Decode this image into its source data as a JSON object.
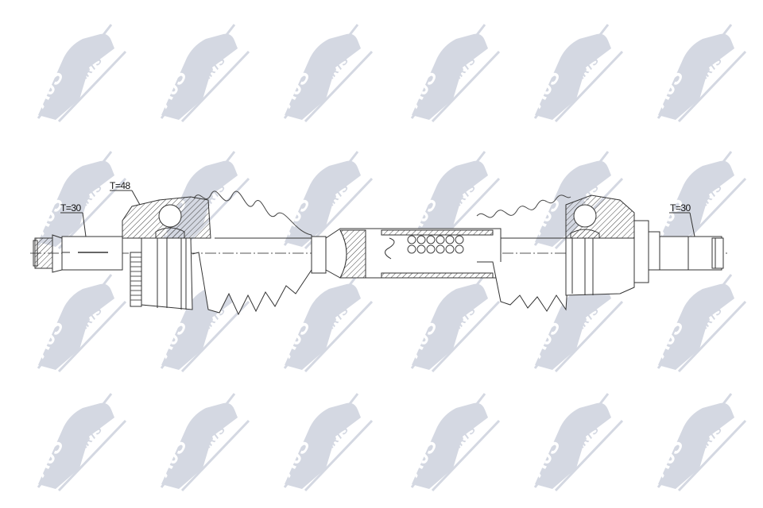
{
  "watermark": {
    "brand": "AJS",
    "suffix": "PARTS",
    "color": "#d4d8e2",
    "grid_x": [
      40,
      195,
      350,
      510,
      665,
      820
    ],
    "grid_y": [
      25,
      185,
      340,
      490
    ]
  },
  "drawing": {
    "subject": "drive-shaft-assembly",
    "line_color": "#333333",
    "labels": {
      "left_thread": "T=30",
      "outer_joint": "T=48",
      "right_thread": "T=30"
    }
  }
}
